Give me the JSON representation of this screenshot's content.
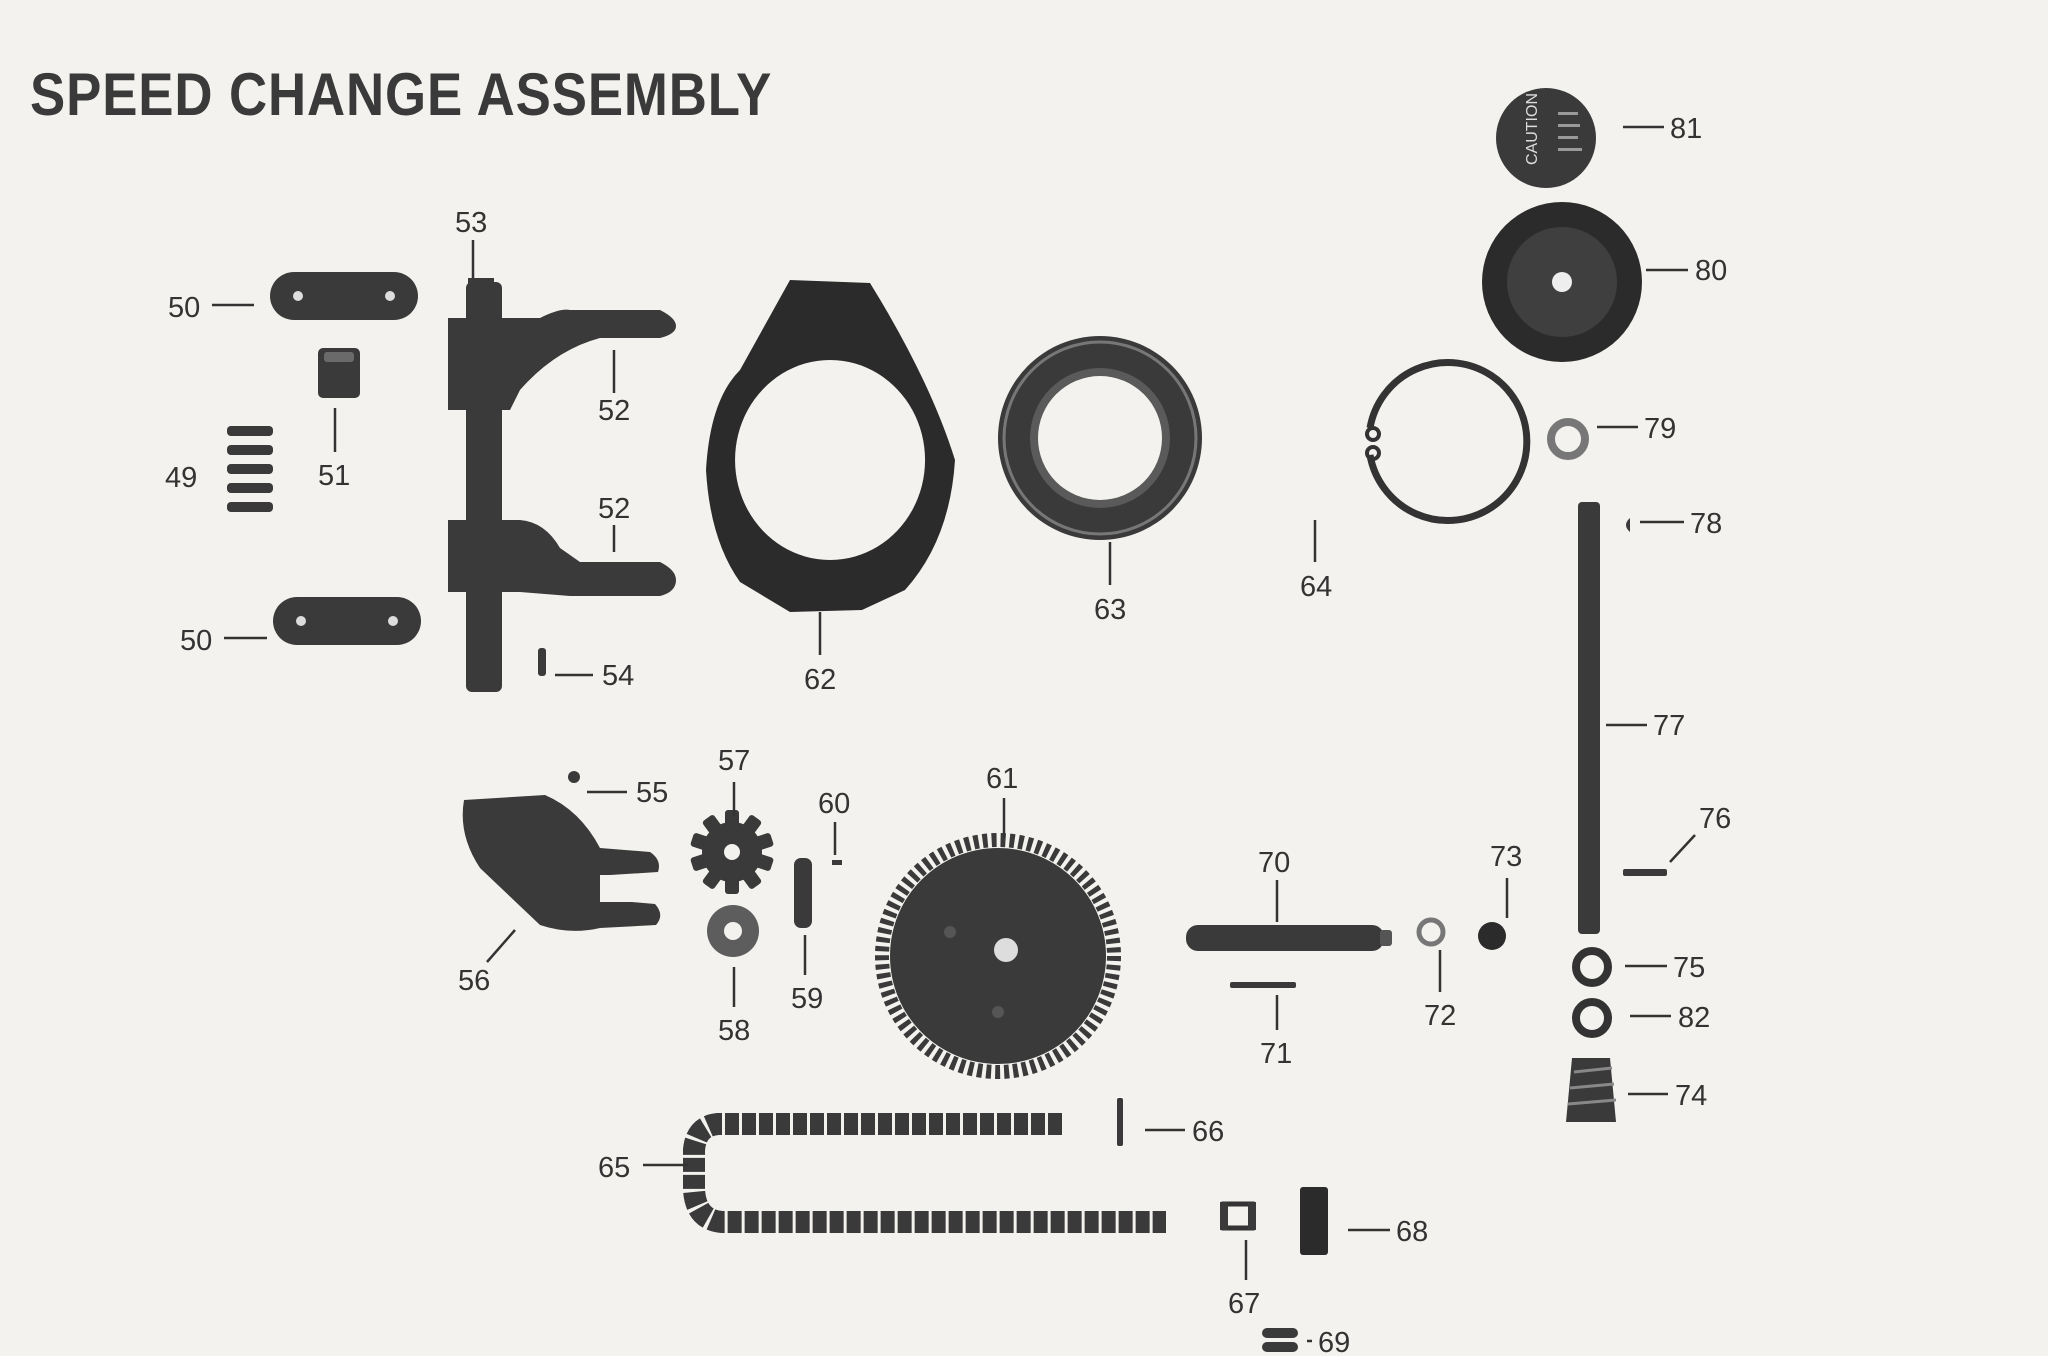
{
  "title": "SPEED CHANGE ASSEMBLY",
  "decal_text": [
    "CAUTION"
  ],
  "parts": [
    {
      "id": "49",
      "label": "49"
    },
    {
      "id": "50a",
      "label": "50"
    },
    {
      "id": "50b",
      "label": "50"
    },
    {
      "id": "51",
      "label": "51"
    },
    {
      "id": "52a",
      "label": "52"
    },
    {
      "id": "52b",
      "label": "52"
    },
    {
      "id": "53",
      "label": "53"
    },
    {
      "id": "54",
      "label": "54"
    },
    {
      "id": "55",
      "label": "55"
    },
    {
      "id": "56",
      "label": "56"
    },
    {
      "id": "57",
      "label": "57"
    },
    {
      "id": "58",
      "label": "58"
    },
    {
      "id": "59",
      "label": "59"
    },
    {
      "id": "60",
      "label": "60"
    },
    {
      "id": "61",
      "label": "61"
    },
    {
      "id": "62",
      "label": "62"
    },
    {
      "id": "63",
      "label": "63"
    },
    {
      "id": "64",
      "label": "64"
    },
    {
      "id": "65",
      "label": "65"
    },
    {
      "id": "66",
      "label": "66"
    },
    {
      "id": "67",
      "label": "67"
    },
    {
      "id": "68",
      "label": "68"
    },
    {
      "id": "69",
      "label": "69"
    },
    {
      "id": "70",
      "label": "70"
    },
    {
      "id": "71",
      "label": "71"
    },
    {
      "id": "72",
      "label": "72"
    },
    {
      "id": "73",
      "label": "73"
    },
    {
      "id": "74",
      "label": "74"
    },
    {
      "id": "75",
      "label": "75"
    },
    {
      "id": "76",
      "label": "76"
    },
    {
      "id": "77",
      "label": "77"
    },
    {
      "id": "78",
      "label": "78"
    },
    {
      "id": "79",
      "label": "79"
    },
    {
      "id": "80",
      "label": "80"
    },
    {
      "id": "81",
      "label": "81"
    },
    {
      "id": "82",
      "label": "82"
    }
  ]
}
